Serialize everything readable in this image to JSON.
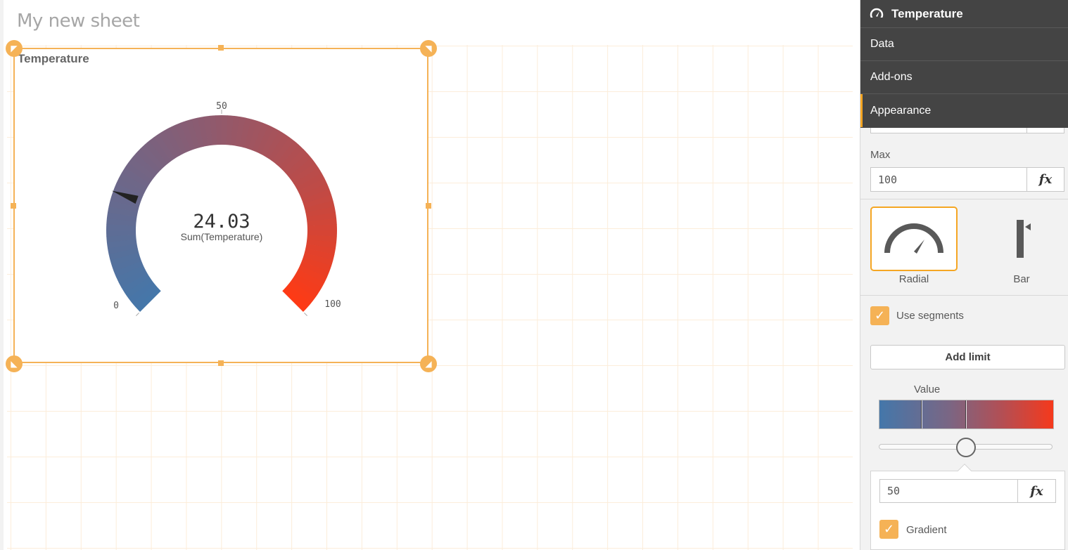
{
  "sheet": {
    "title": "My new sheet"
  },
  "gauge": {
    "title": "Temperature",
    "value_label": "24.03",
    "measure_label": "Sum(Temperature)",
    "tick_min": "0",
    "tick_mid": "50",
    "tick_max": "100",
    "min": 0,
    "max": 100,
    "value": 24.03,
    "colors": {
      "start": "#4477aa",
      "mid": "#7a6684",
      "end": "#ff3a14",
      "needle": "#222222"
    },
    "handle_icons": [
      "resize-top-left-icon",
      "resize-top-right-icon",
      "resize-bottom-left-icon",
      "resize-bottom-right-icon"
    ]
  },
  "panel": {
    "title": "Temperature",
    "title_icon": "gauge-icon",
    "nav": [
      "Data",
      "Add-ons",
      "Appearance"
    ],
    "active_nav": "Appearance",
    "max_label": "Max",
    "max_value": "100",
    "fx_label": "fx",
    "types": [
      {
        "label": "Radial",
        "icon": "radial-gauge-icon",
        "selected": true
      },
      {
        "label": "Bar",
        "icon": "bar-gauge-icon",
        "selected": false
      }
    ],
    "use_segments_label": "Use segments",
    "use_segments_checked": true,
    "add_limit_label": "Add limit",
    "segment_bar_label": "Value",
    "segment_limits": [
      25,
      50
    ],
    "slider_value": 50,
    "limit_value": "50",
    "gradient_label": "Gradient",
    "gradient_checked": true,
    "accent": "#f5a623"
  }
}
